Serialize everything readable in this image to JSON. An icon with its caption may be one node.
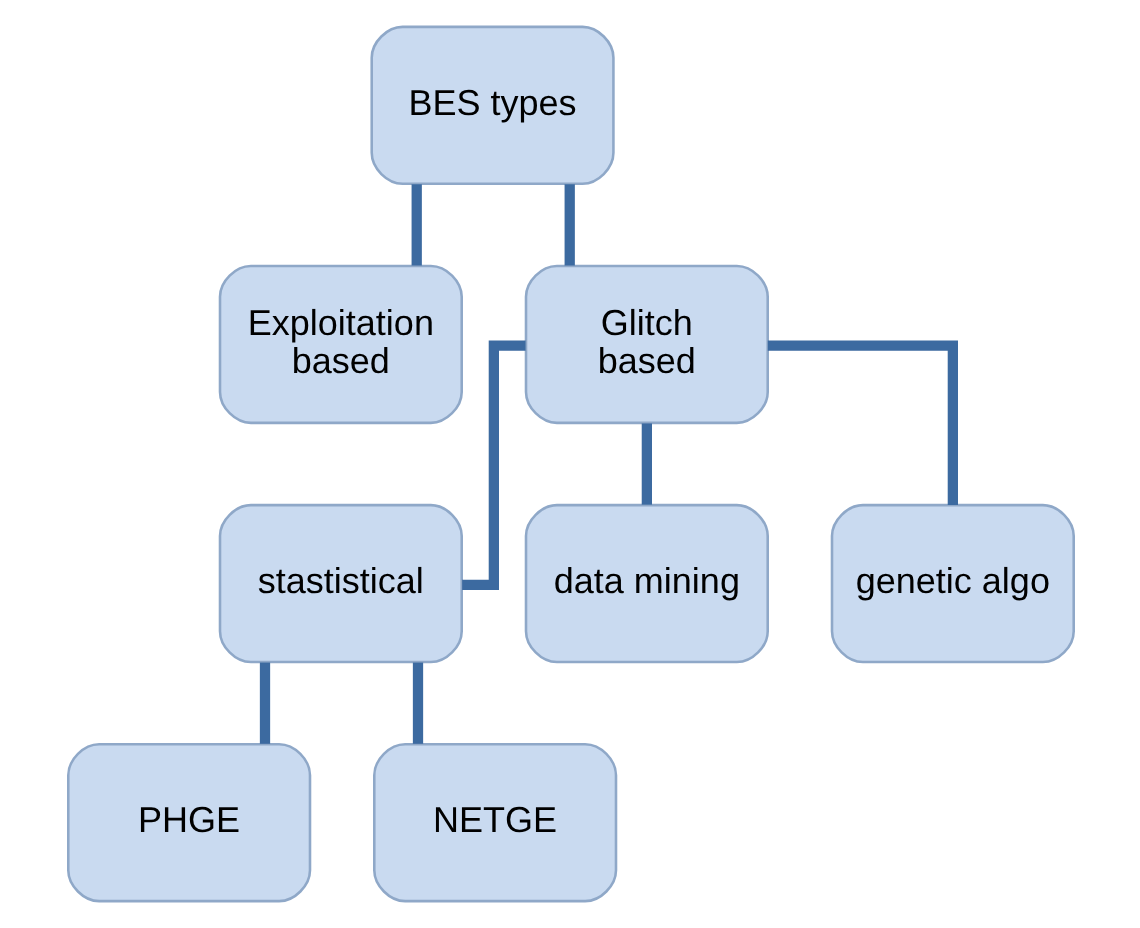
{
  "diagram": {
    "nodes": [
      {
        "text": [
          "BES types"
        ]
      },
      {
        "text": [
          "Exploitation based"
        ]
      },
      {
        "text": [
          "Glitch based"
        ]
      },
      {
        "text": [
          "stastistical"
        ]
      },
      {
        "text": [
          "data mining"
        ]
      },
      {
        "text": [
          "genetic algo"
        ]
      },
      {
        "text": [
          "PHGE"
        ]
      },
      {
        "text": [
          "NETGE"
        ]
      }
    ],
    "edges": [
      {
        "from": 0,
        "to": 1,
        "arrow": "none"
      },
      {
        "from": 0,
        "to": 2,
        "arrow": "none"
      },
      {
        "from": 2,
        "to": 3,
        "arrow": "none"
      },
      {
        "from": 2,
        "to": 4,
        "arrow": "none"
      },
      {
        "from": 2,
        "to": 5,
        "arrow": "none"
      },
      {
        "from": 3,
        "to": 6,
        "arrow": "none"
      },
      {
        "from": 3,
        "to": 7,
        "arrow": "none"
      }
    ]
  }
}
